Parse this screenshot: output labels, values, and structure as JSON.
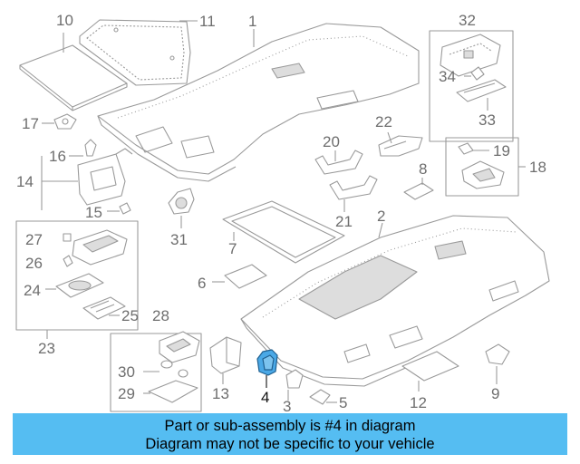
{
  "callouts": {
    "c1": "1",
    "c2": "2",
    "c3": "3",
    "c4": "4",
    "c5": "5",
    "c6": "6",
    "c7": "7",
    "c8": "8",
    "c9": "9",
    "c10": "10",
    "c11": "11",
    "c12": "12",
    "c13": "13",
    "c14": "14",
    "c15": "15",
    "c16": "16",
    "c17": "17",
    "c18": "18",
    "c19": "19",
    "c20": "20",
    "c21": "21",
    "c22": "22",
    "c23": "23",
    "c24": "24",
    "c25": "25",
    "c26": "26",
    "c27": "27",
    "c28": "28",
    "c29": "29",
    "c30": "30",
    "c31": "31",
    "c32": "32",
    "c33": "33",
    "c34": "34"
  },
  "highlight": {
    "part_number": "4",
    "color": "#4aa8e6"
  },
  "banner": {
    "line1": "Part or sub-assembly is #4 in diagram",
    "line2": "Diagram may not be specific to your vehicle",
    "background": "#55bdf2"
  },
  "colors": {
    "line": "#9a9a9a",
    "part_fill": "#ffffff",
    "part_shade": "#dcdcdc"
  }
}
